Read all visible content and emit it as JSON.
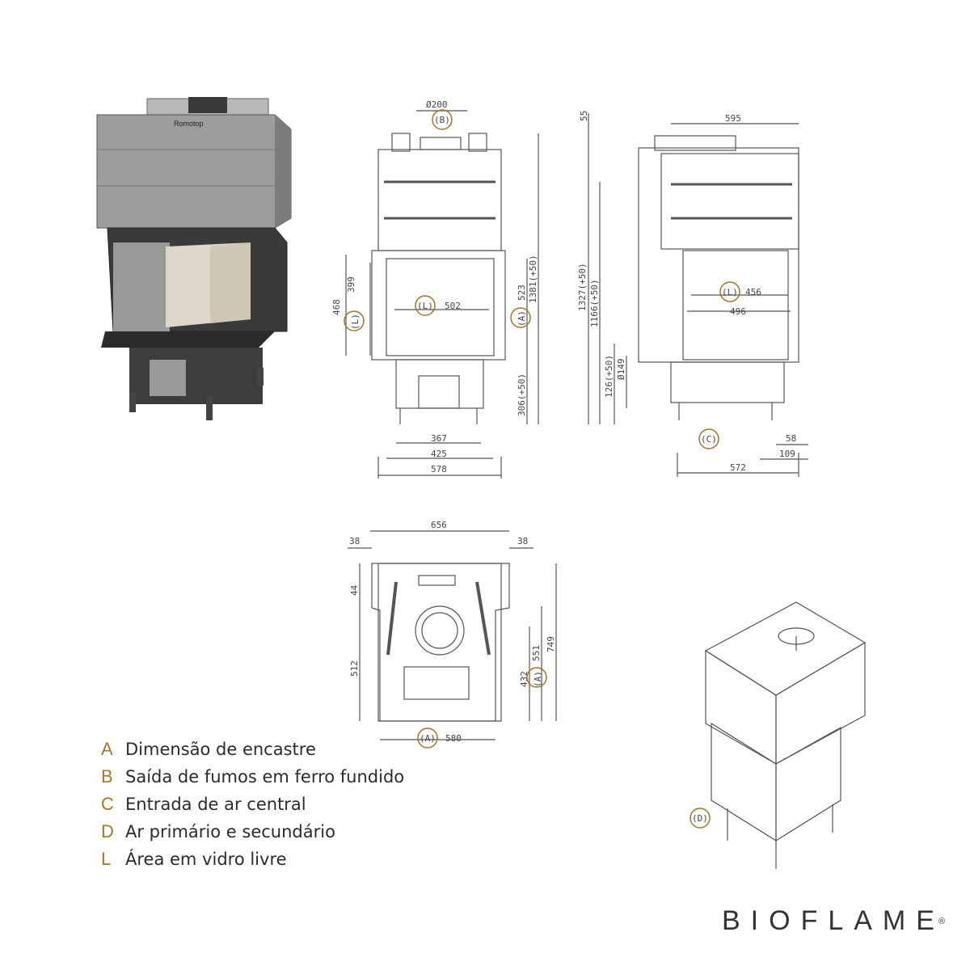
{
  "brand_on_product": "Romotop",
  "views": {
    "front": {
      "d200": "Ø200",
      "b_tag": "(B)",
      "l_tag": "(L)",
      "a_tag": "(A)",
      "d468": "468",
      "d399": "399",
      "d502": "502",
      "d523": "523",
      "d1381": "1381(+50)",
      "d306": "306(+50)",
      "d367": "367",
      "d425": "425",
      "d578": "578"
    },
    "side": {
      "d55": "55",
      "d595": "595",
      "d1327": "1327(+50)",
      "d1166": "1166(+50)",
      "d126": "126(+50)",
      "d149": "Ø149",
      "l_tag": "(L)",
      "d456": "456",
      "d496": "496",
      "c_tag": "(C)",
      "d58": "58",
      "d109": "109",
      "d572": "572"
    },
    "top": {
      "d656": "656",
      "d38a": "38",
      "d38b": "38",
      "d44": "44",
      "d512": "512",
      "d749": "749",
      "d551": "551",
      "d432": "432",
      "a_tag": "(A)",
      "a_tag_bottom": "(A)",
      "d580": "580"
    },
    "iso": {
      "d_tag": "(D)"
    }
  },
  "legend": [
    {
      "key": "A",
      "text": "Dimensão de encastre"
    },
    {
      "key": "B",
      "text": "Saída de fumos em ferro fundido"
    },
    {
      "key": "C",
      "text": "Entrada de ar central"
    },
    {
      "key": "D",
      "text": "Ar primário e secundário"
    },
    {
      "key": "L",
      "text": "Área em vidro livre"
    }
  ],
  "logo": {
    "text": "BIOFLAME",
    "registered": "®"
  },
  "colors": {
    "accent": "#a0782a",
    "line": "#555555",
    "steel": "#9a9a9a"
  }
}
